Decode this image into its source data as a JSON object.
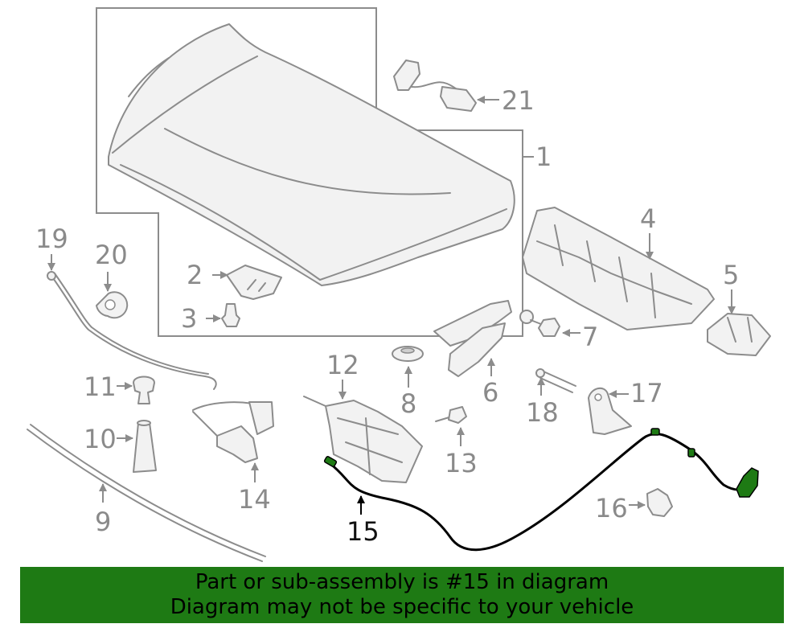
{
  "callouts": {
    "c1": "1",
    "c2": "2",
    "c3": "3",
    "c4": "4",
    "c5": "5",
    "c6": "6",
    "c7": "7",
    "c8": "8",
    "c9": "9",
    "c10": "10",
    "c11": "11",
    "c12": "12",
    "c13": "13",
    "c14": "14",
    "c15": "15",
    "c16": "16",
    "c17": "17",
    "c18": "18",
    "c19": "19",
    "c20": "20",
    "c21": "21"
  },
  "highlighted_part": "15",
  "colors": {
    "line_gray": "#8c8c8c",
    "highlight_part": "#000000",
    "highlight_accent": "#1e7a14",
    "banner_bg": "#1e7a14"
  },
  "banner": {
    "line1": "Part or sub-assembly is #15 in diagram",
    "line2": "Diagram may not be specific to your vehicle"
  }
}
